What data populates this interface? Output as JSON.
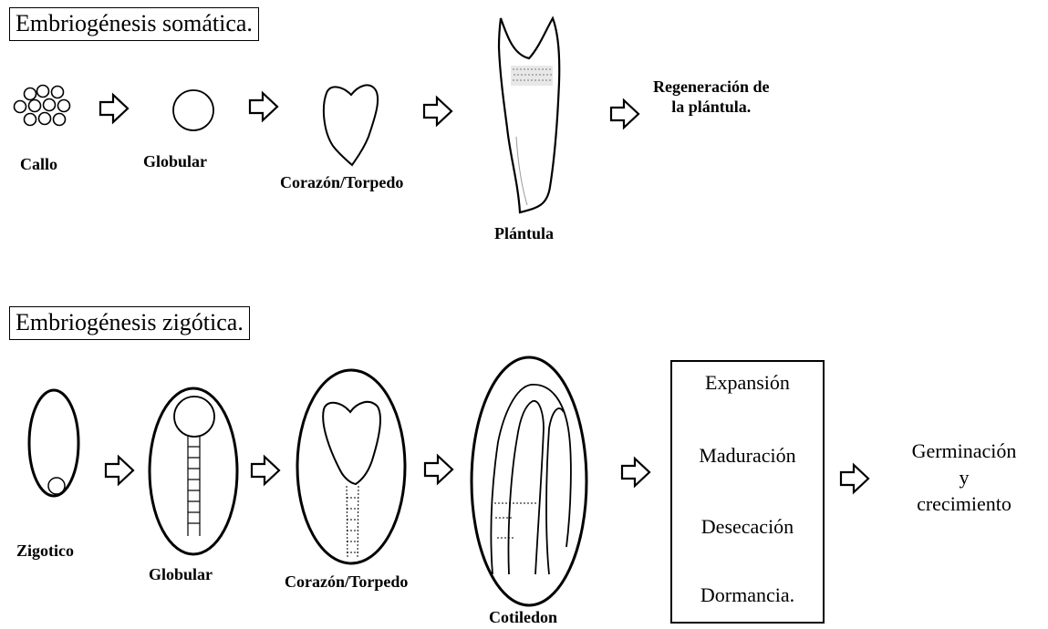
{
  "somatic": {
    "title": "Embriogénesis somática.",
    "labels": {
      "callo": "Callo",
      "globular": "Globular",
      "corazon": "Corazón/Torpedo",
      "plantula": "Plántula"
    },
    "result_line1": "Regeneración de",
    "result_line2": "la plántula."
  },
  "zygotic": {
    "title": "Embriogénesis zigótica.",
    "labels": {
      "zigotico": "Zigotico",
      "globular": "Globular",
      "corazon": "Corazón/Torpedo",
      "cotiledon": "Cotiledon"
    },
    "stages": [
      "Expansión",
      "Maduración",
      "Desecación",
      "Dormancia."
    ],
    "result_line1": "Germinación",
    "result_line2": "y",
    "result_line3": "crecimiento"
  },
  "colors": {
    "ink": "#000000",
    "background": "#ffffff"
  }
}
